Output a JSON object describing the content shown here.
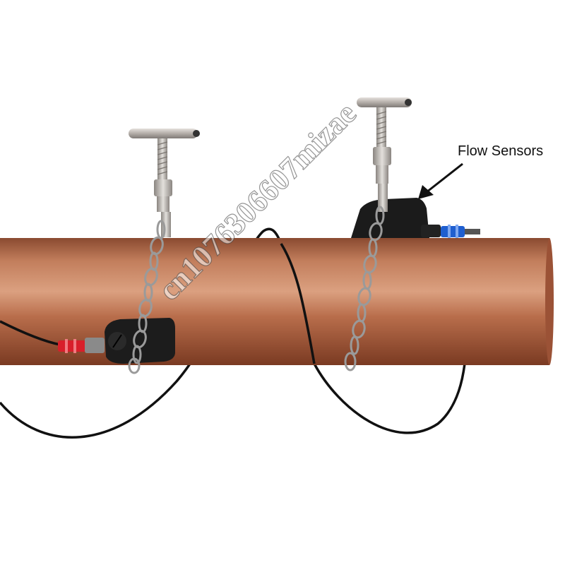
{
  "callout": {
    "label": "Flow Sensors"
  },
  "watermark": {
    "text": "cn1076306607mizae"
  },
  "colors": {
    "pipe_mid": "#b5694a",
    "pipe_highlight": "#d79674",
    "pipe_shadow": "#7f3d25",
    "cable": "#111111",
    "chain": "#9a9a9a",
    "clamp_metal": "#b8b4b0",
    "connector_red": "#d81f2a",
    "connector_blue": "#1f5fd0",
    "sensor_body": "#1c1c1c"
  },
  "icons": [
    "pipe",
    "t-handle-clamp",
    "chain",
    "sensor-transducer",
    "red-connector",
    "blue-connector",
    "callout-arrow"
  ]
}
